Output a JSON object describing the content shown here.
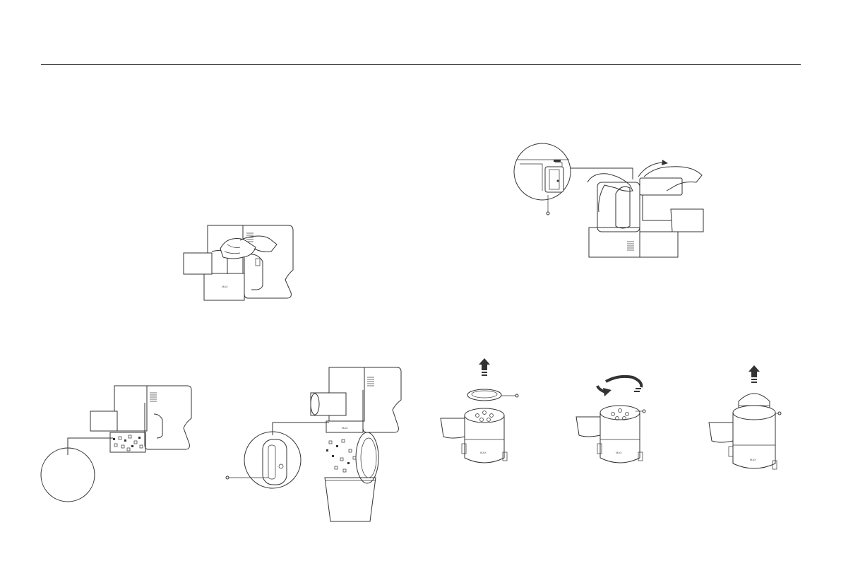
{
  "page": {
    "background": "#ffffff",
    "line_color": "#333333"
  },
  "figures": [
    {
      "id": "wipe-body",
      "icon": "hand-wiping-cloth-icon"
    },
    {
      "id": "detach-dust-cup",
      "icon": "hands-pressing-latch-icon"
    },
    {
      "id": "full-dust-cup",
      "icon": "dust-cup-debris-icon"
    },
    {
      "id": "empty-into-bin",
      "icon": "open-lid-bin-icon"
    },
    {
      "id": "lift-ring",
      "icon": "up-arrow-icon"
    },
    {
      "id": "rotate-filter",
      "icon": "rotate-arrow-icon"
    },
    {
      "id": "lift-filter",
      "icon": "up-arrow-icon"
    }
  ],
  "labels": {
    "vacuum_marking": "MAX",
    "filter_marking": "MAX"
  }
}
